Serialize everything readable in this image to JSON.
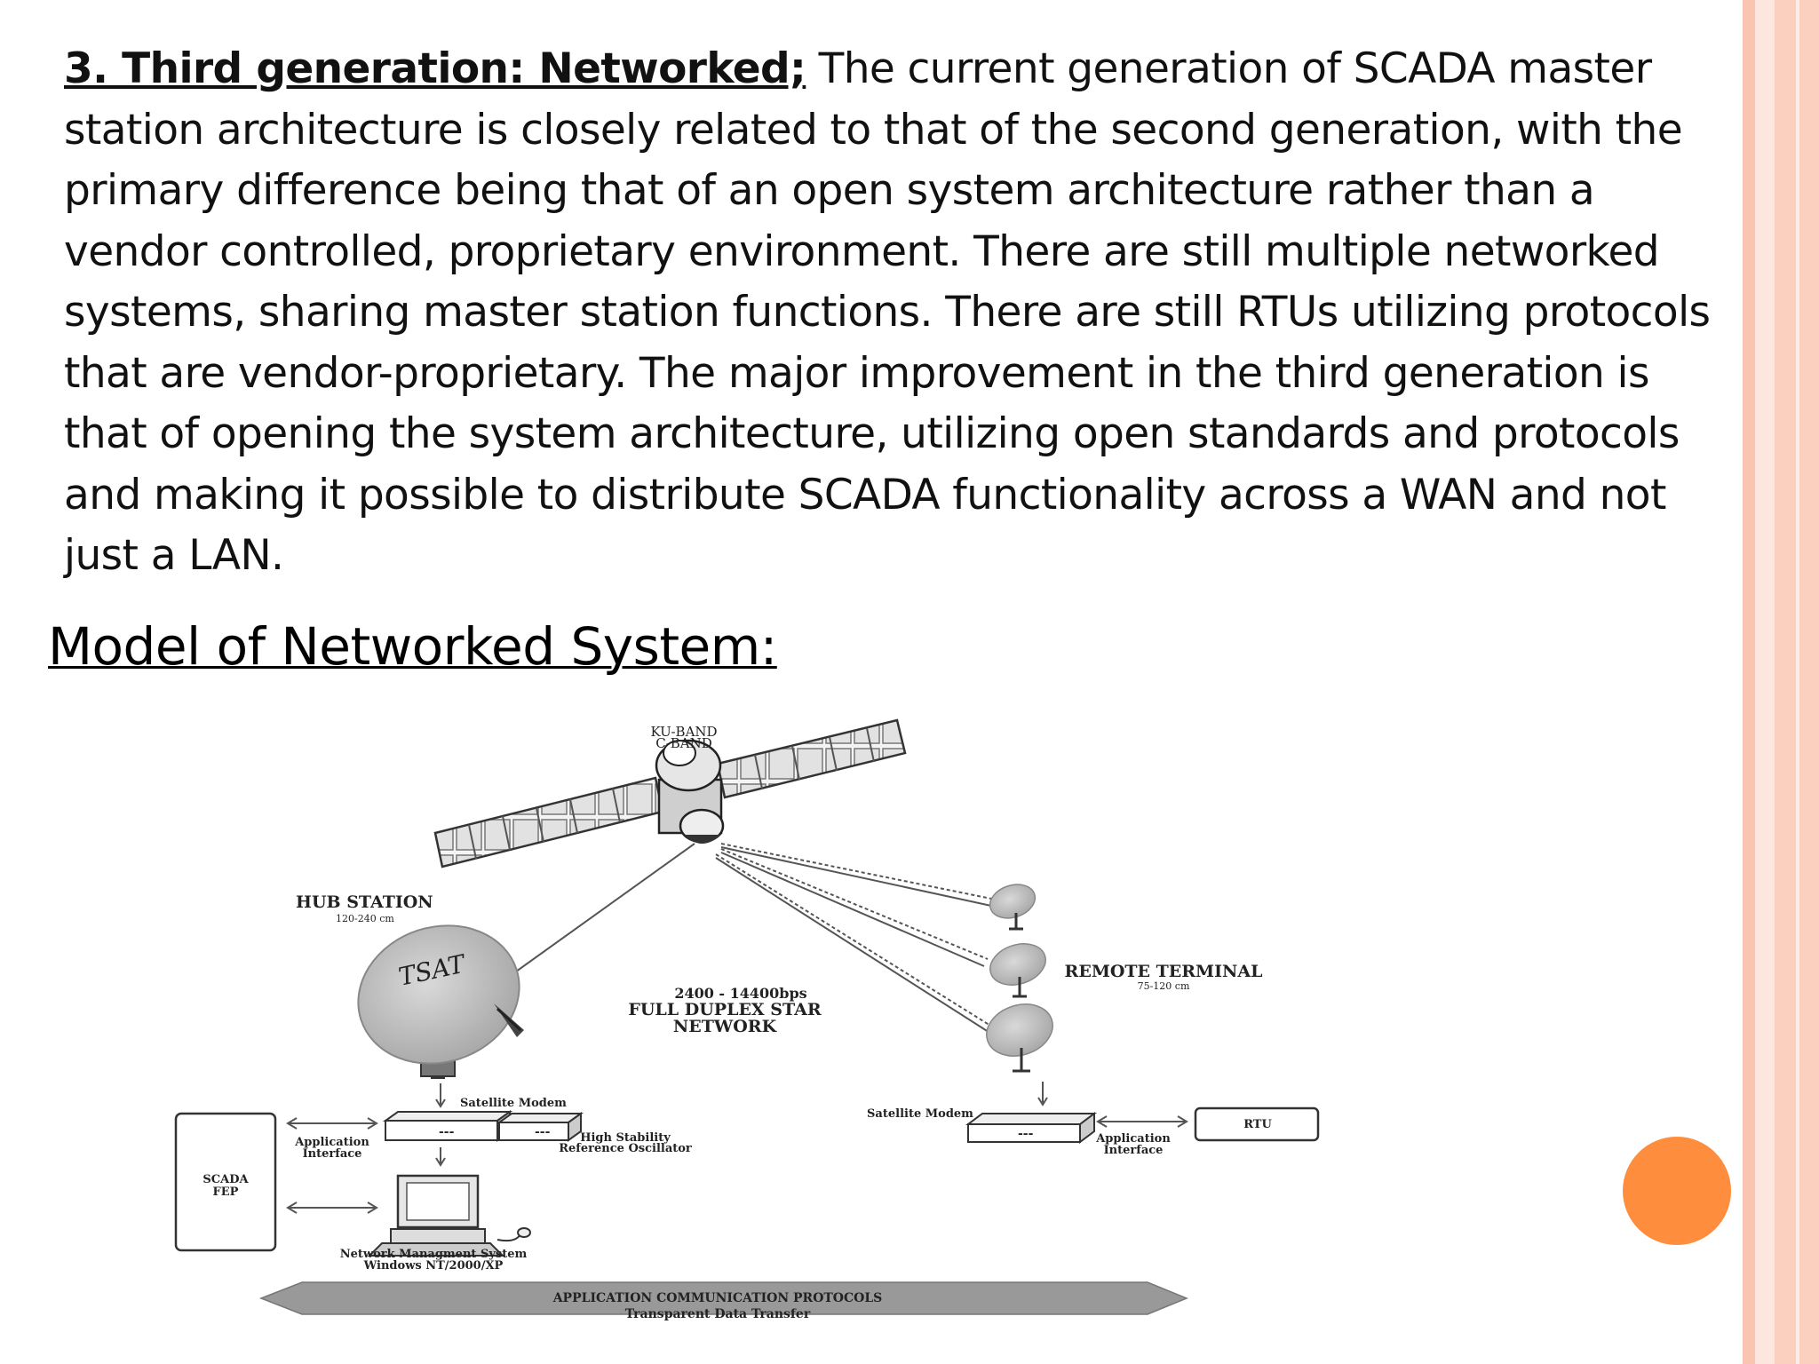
{
  "slide": {
    "heading": "3. Third generation: Networked;",
    "paragraph": " The current generation of SCADA master station architecture is closely related to that of the second generation, with the primary difference being that of an open system architecture rather than a vendor controlled, proprietary environment. There are still multiple networked systems, sharing master station functions. There are still RTUs utilizing protocols that are vendor-proprietary. The major improvement in the third generation is that of opening the system architecture, utilizing open standards and protocols and making it possible to distribute SCADA functionality across a WAN and not just a LAN.",
    "subtitle": "Model of Networked System:"
  },
  "diagram": {
    "band_line1": "KU-BAND",
    "band_line2": "C-BAND",
    "hub_station": "HUB STATION",
    "hub_size": "120-240 cm",
    "dish_logo": "TSAT",
    "network_speed": "2400 - 14400bps",
    "network_line1": "FULL DUPLEX STAR",
    "network_line2": "NETWORK",
    "remote_terminal": "REMOTE TERMINAL",
    "remote_size": "75-120 cm",
    "satellite_modem_left": "Satellite Modem",
    "satellite_modem_right": "Satellite Modem",
    "hsro_line1": "High Stability",
    "hsro_line2": "Reference Oscillator",
    "app_interface_left_1": "Application",
    "app_interface_left_2": "Interface",
    "app_interface_right_1": "Application",
    "app_interface_right_2": "Interface",
    "scada_fep_1": "SCADA",
    "scada_fep_2": "FEP",
    "nms_line1": "Network Managment System",
    "nms_line2": "Windows NT/2000/XP",
    "rtu": "RTU",
    "protocols_line1": "APPLICATION COMMUNICATION PROTOCOLS",
    "protocols_line2": "Transparent Data Transfer",
    "modem_display": "---"
  },
  "colors": {
    "stripe_outer": "#f9c5b2",
    "stripe_inner": "#fde3d8",
    "accent_dot": "#fe8d3d"
  }
}
